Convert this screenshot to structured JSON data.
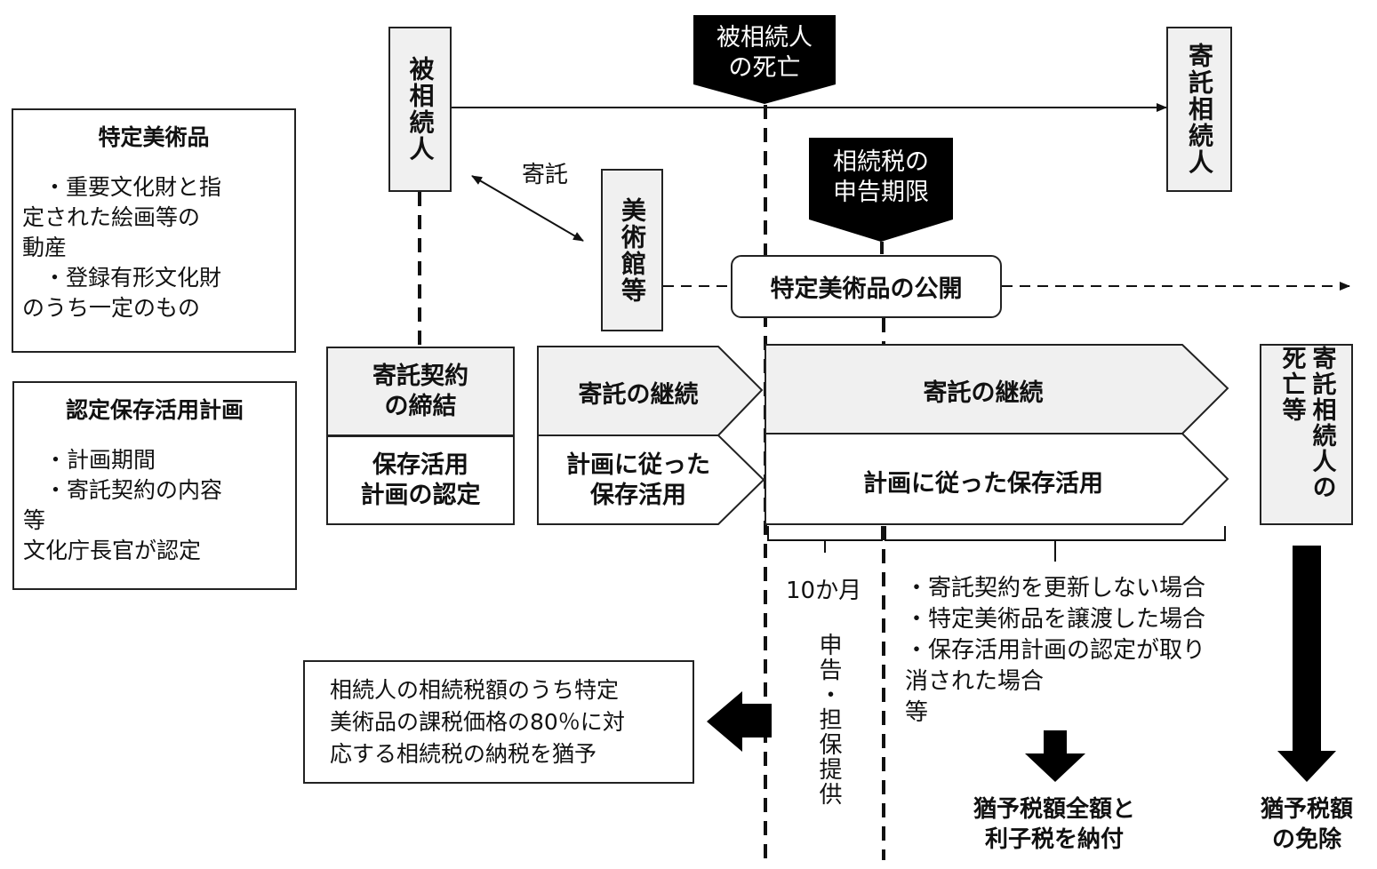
{
  "left_panel": {
    "specific_art": {
      "title": "特定美術品",
      "lines": [
        "・重要文化財と指",
        "定された絵画等の",
        "動産",
        "・登録有形文化財",
        "のうち一定のもの"
      ]
    },
    "certified_plan": {
      "title": "認定保存活用計画",
      "lines": [
        "・計画期間",
        "・寄託契約の内容",
        "等",
        "文化庁長官が認定"
      ]
    }
  },
  "actors": {
    "decedent": "被相続人",
    "museum": "美術館等",
    "depositor_heir": "寄託相続人"
  },
  "deposit_label": "寄託",
  "flags": {
    "death": "被相続人\nの死亡",
    "deadline": "相続税の\n申告期限"
  },
  "public_display": "特定美術品の公開",
  "stages": {
    "contract": "寄託契約\nの締結",
    "plan_approval": "保存活用\n計画の認定",
    "continue1": "寄託の継続",
    "use1": "計画に従った\n保存活用",
    "continue2": "寄託の継続",
    "use2": "計画に従った保存活用",
    "heir_death": "寄託相続人の死亡等"
  },
  "period": "10か月",
  "filing": "申告・担保提供",
  "conditions": [
    "・寄託契約を更新しない場合",
    "・特定美術品を譲渡した場合",
    "・保存活用計画の認定が取り",
    "消された場合",
    "等"
  ],
  "deferral_note": "相続人の相続税額のうち特定\n美術品の課税価格の80％に対\n応する相続税の納税を猶予",
  "outcomes": {
    "pay": "猶予税額全額と\n利子税を納付",
    "exempt": "猶予税額\nの免除"
  }
}
